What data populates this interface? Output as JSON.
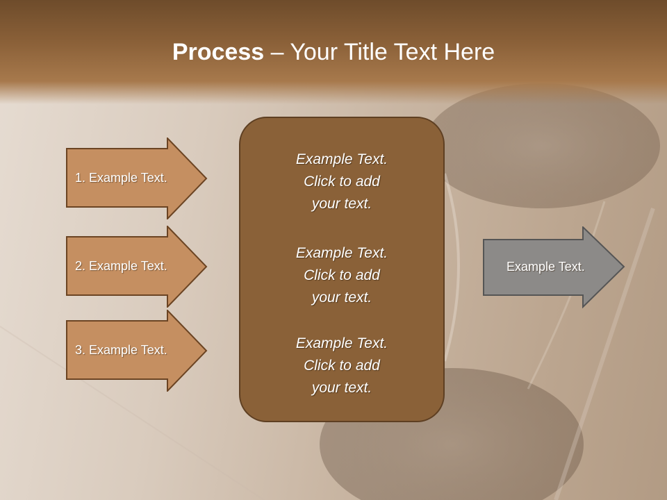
{
  "slide": {
    "title_bold": "Process",
    "title_rest": " – Your Title Text Here",
    "left_arrows": [
      {
        "label": "1. Example Text."
      },
      {
        "label": "2. Example Text."
      },
      {
        "label": "3. Example Text."
      }
    ],
    "center_blocks": [
      {
        "line1": "Example Text.",
        "line2": "Click  to add",
        "line3": "your text."
      },
      {
        "line1": "Example Text.",
        "line2": "Click  to add",
        "line3": "your text."
      },
      {
        "line1": "Example Text.",
        "line2": "Click  to add",
        "line3": "your text."
      }
    ],
    "right_arrow": {
      "label": "Example Text."
    }
  },
  "colors": {
    "header": "#8a6038",
    "left_arrow_fill": "#c58f61",
    "left_arrow_border": "#6b4423",
    "center_box_fill": "#8a6138",
    "right_arrow_fill": "#8c8a88",
    "right_arrow_border": "#555555"
  },
  "icons": {
    "background": "hourglass-photo"
  }
}
